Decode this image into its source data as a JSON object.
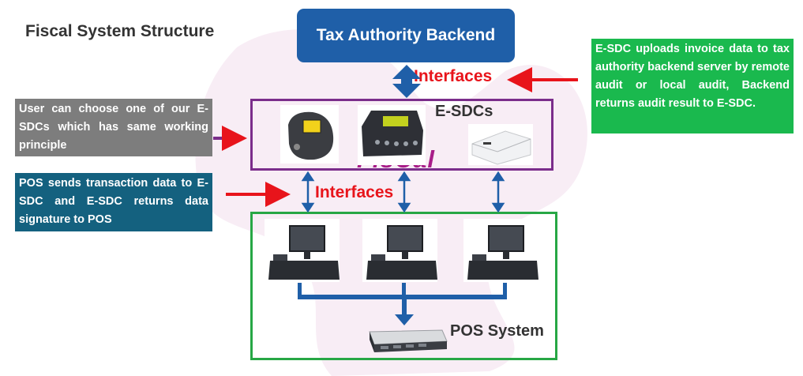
{
  "title": "Fiscal System Structure",
  "tax_authority": "Tax Authority Backend",
  "interfaces_top": "Interfaces",
  "interfaces_bottom": "Interfaces",
  "esdcs_label": "E-SDCs",
  "pos_system_label": "POS System",
  "fiscal_logo": "FisCal",
  "notes": {
    "backend": "E-SDC uploads invoice data to tax authority backend server by remote audit or local audit, Backend returns audit result to E-SDC.",
    "choose": "User can choose one of our E-SDCs which has same working principle",
    "pos": "POS sends transaction data to E-SDC and E-SDC returns data signature to POS"
  },
  "colors": {
    "tax_box": "#1f5fa8",
    "red_arrow": "#e8141b",
    "blue_arrow": "#1f5fa8",
    "green_note": "#1ab94e",
    "gray_note": "#7d7d7d",
    "teal_note": "#14617f",
    "esdc_frame": "#7b2d8b",
    "pos_frame": "#27a745"
  },
  "icons": [
    "esdc-device-handheld-icon",
    "esdc-device-printer-icon",
    "esdc-device-box-icon",
    "pos-terminal-icon",
    "server-icon"
  ]
}
